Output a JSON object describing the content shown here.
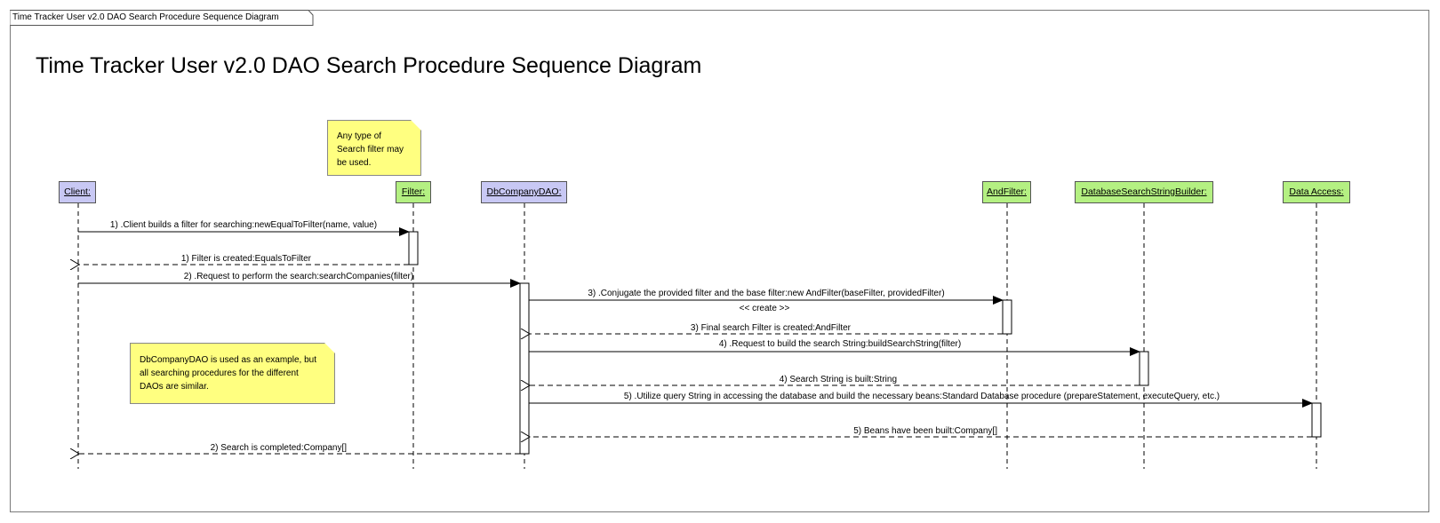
{
  "frame_label": "Time Tracker User v2.0 DAO Search Procedure Sequence Diagram",
  "title": "Time Tracker User v2.0 DAO Search Procedure Sequence Diagram",
  "notes": {
    "filter_note": [
      "Any type of",
      "Search filter may",
      "be used."
    ],
    "dao_note": [
      "DbCompanyDAO is used as an example, but",
      "all searching  procedures for the different",
      "DAOs are similar."
    ]
  },
  "participants": [
    {
      "id": "client",
      "label": "Client:",
      "color": "#c8c8f4"
    },
    {
      "id": "filter",
      "label": "Filter:",
      "color": "#b4f082"
    },
    {
      "id": "dao",
      "label": "DbCompanyDAO:",
      "color": "#c8c8f4"
    },
    {
      "id": "andfilter",
      "label": "AndFilter:",
      "color": "#b4f082"
    },
    {
      "id": "builder",
      "label": "DatabaseSearchStringBuilder:",
      "color": "#b4f082"
    },
    {
      "id": "dataaccess",
      "label": "Data Access:",
      "color": "#b4f082"
    }
  ],
  "messages": [
    {
      "label": "1) .Client builds a filter for searching:newEqualToFilter(name, value)",
      "from": "client",
      "to": "filter",
      "kind": "call"
    },
    {
      "label": "1) Filter is created:EqualsToFilter",
      "from": "filter",
      "to": "client",
      "kind": "return"
    },
    {
      "label": "2) .Request to perform the search:searchCompanies(filter)",
      "from": "client",
      "to": "dao",
      "kind": "call"
    },
    {
      "label": "3) .Conjugate the provided filter and the base filter:new AndFilter(baseFilter, providedFilter)",
      "from": "dao",
      "to": "andfilter",
      "kind": "call"
    },
    {
      "label": "<< create >>",
      "from": "dao",
      "to": "andfilter",
      "kind": "stereotype"
    },
    {
      "label": "3) Final search Filter is created:AndFilter",
      "from": "andfilter",
      "to": "dao",
      "kind": "return"
    },
    {
      "label": "4) .Request to build the search String:buildSearchString(filter)",
      "from": "dao",
      "to": "builder",
      "kind": "call"
    },
    {
      "label": "4) Search String is built:String",
      "from": "builder",
      "to": "dao",
      "kind": "return"
    },
    {
      "label": "5) .Utilize query String in accessing the database and build the necessary beans:Standard Database procedure (prepareStatement, executeQuery, etc.)",
      "from": "dao",
      "to": "dataaccess",
      "kind": "call"
    },
    {
      "label": "5) Beans have been built:Company[]",
      "from": "dataaccess",
      "to": "dao",
      "kind": "return"
    },
    {
      "label": "2) Search is completed:Company[]",
      "from": "dao",
      "to": "client",
      "kind": "return"
    }
  ]
}
